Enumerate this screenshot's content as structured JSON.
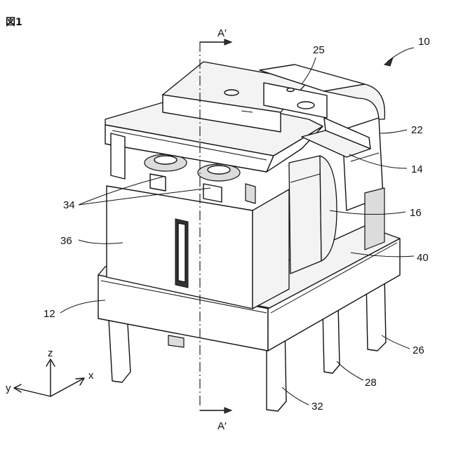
{
  "figure": {
    "title": "図1"
  },
  "section_marks": {
    "top": "A′",
    "bottom": "A′"
  },
  "part_labels": {
    "assembly": "10",
    "terminal_top": "25",
    "frame": "22",
    "armature": "14",
    "coil": "16",
    "spring": "40",
    "contacts": "34",
    "cover": "36",
    "base": "12",
    "pin_right": "26",
    "pin_mid": "28",
    "pin_front": "32"
  },
  "axes": {
    "z": "z",
    "x": "x",
    "y": "y"
  }
}
